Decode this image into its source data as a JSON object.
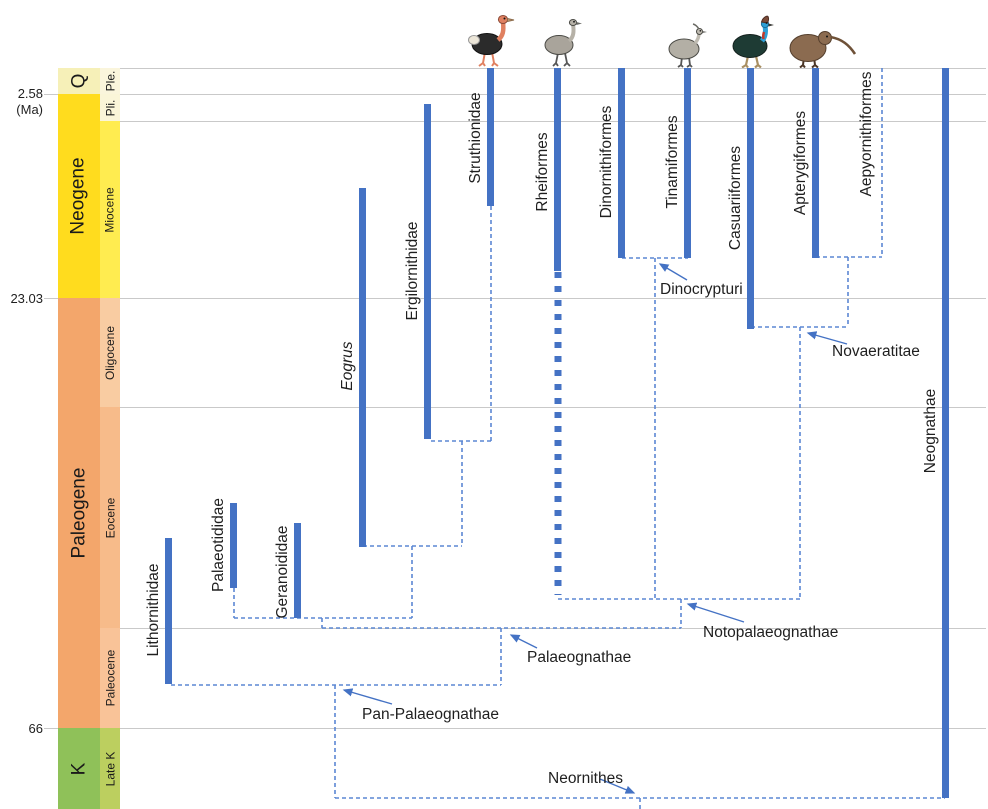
{
  "figure": {
    "description": "Stratigraphic ranges and phylogeny of palaeognath birds on a geological timescale",
    "time_unit_label": "(Ma)",
    "age_tick_labels": [
      "2.58",
      "23.03",
      "66"
    ]
  },
  "timescale": {
    "periods": [
      {
        "label": "Q",
        "color": "#F6F0B8",
        "from_ma": 0,
        "to_ma": 2.58
      },
      {
        "label": "Neogene",
        "color": "#FFDC1E",
        "from_ma": 2.58,
        "to_ma": 23.03
      },
      {
        "label": "Paleogene",
        "color": "#F3A66B",
        "from_ma": 23.03,
        "to_ma": 66
      },
      {
        "label": "K",
        "color": "#8FC159",
        "from_ma": 66,
        "to_ma": null
      }
    ],
    "epochs": [
      {
        "label": "Ple.",
        "color": "#FAF5DC",
        "from_ma": 0,
        "to_ma": 2.58
      },
      {
        "label": "Pli.",
        "color": "#FAF5D8",
        "from_ma": 2.58,
        "to_ma": 5.33
      },
      {
        "label": "Miocene",
        "color": "#FFEC50",
        "from_ma": 5.33,
        "to_ma": 23.03
      },
      {
        "label": "Oligocene",
        "color": "#F9CCA2",
        "from_ma": 23.03,
        "to_ma": 33.9
      },
      {
        "label": "Eocene",
        "color": "#F7BB8A",
        "from_ma": 33.9,
        "to_ma": 56
      },
      {
        "label": "Paleocene",
        "color": "#F9C398",
        "from_ma": 56,
        "to_ma": 66
      },
      {
        "label": "Late K",
        "color": "#BCCF5F",
        "from_ma": 66,
        "to_ma": null
      }
    ],
    "gridline_ages_ma": [
      0,
      2.58,
      5.33,
      23.03,
      33.9,
      56,
      66
    ],
    "labeled_ages_ma": [
      2.58,
      23.03,
      66
    ]
  },
  "taxa": [
    {
      "name": "Lithornithidae",
      "italic": false,
      "icon": null,
      "bar": {
        "style": "solid",
        "from_ma": 47.0,
        "to_ma": 61.6
      }
    },
    {
      "name": "Palaeotididae",
      "italic": false,
      "icon": null,
      "bar": {
        "style": "solid",
        "from_ma": 43.5,
        "to_ma": 52.0
      }
    },
    {
      "name": "Geranoididae",
      "italic": false,
      "icon": null,
      "bar": {
        "style": "solid",
        "from_ma": 45.5,
        "to_ma": 55.0
      }
    },
    {
      "name": "Eogrus",
      "italic": true,
      "icon": null,
      "bar": {
        "style": "solid",
        "from_ma": 12.0,
        "to_ma": 47.9
      }
    },
    {
      "name": "Ergilornithidae",
      "italic": false,
      "icon": null,
      "bar": {
        "style": "solid",
        "from_ma": 3.6,
        "to_ma": 37.1
      }
    },
    {
      "name": "Struthionidae",
      "italic": false,
      "icon": "ostrich",
      "bar": {
        "style": "solid",
        "from_ma": 0,
        "to_ma": 13.8
      },
      "ghost": {
        "style": "dashed",
        "to_ma": 37.3
      }
    },
    {
      "name": "Rheiformes",
      "italic": false,
      "icon": "rhea",
      "bar": {
        "style": "solid",
        "from_ma": 0,
        "to_ma": 20.3
      },
      "ghost": {
        "style": "thick-dashed",
        "to_ma": 52.7
      }
    },
    {
      "name": "Dinornithiformes",
      "italic": false,
      "icon": null,
      "bar": {
        "style": "solid",
        "from_ma": 0,
        "to_ma": 19.0
      }
    },
    {
      "name": "Tinamiformes",
      "italic": false,
      "icon": "tinamou",
      "bar": {
        "style": "solid",
        "from_ma": 0,
        "to_ma": 19.0
      }
    },
    {
      "name": "Casuariiformes",
      "italic": false,
      "icon": "cassowary",
      "bar": {
        "style": "solid",
        "from_ma": 0,
        "to_ma": 26.1
      }
    },
    {
      "name": "Apterygiformes",
      "italic": false,
      "icon": "kiwi",
      "bar": {
        "style": "solid",
        "from_ma": 0,
        "to_ma": 19.0
      }
    },
    {
      "name": "Aepyornithiformes",
      "italic": false,
      "icon": null,
      "bar": {
        "style": "dashed",
        "from_ma": 0,
        "to_ma": 18.9
      }
    },
    {
      "name": "Neognathae",
      "italic": false,
      "icon": null,
      "bar": {
        "style": "solid",
        "from_ma": 0,
        "to_ma": 73.0
      }
    }
  ],
  "clade_labels": [
    "Dinocrypturi",
    "Novaeratitae",
    "Notopalaeognathae",
    "Palaeognathae",
    "Pan-Palaeognathae",
    "Neornithes"
  ],
  "icons": [
    "ostrich-icon",
    "rhea-icon",
    "tinamou-icon",
    "cassowary-icon",
    "kiwi-icon"
  ],
  "colors": {
    "range_bar": "#4472C4",
    "ghost_line": "#5B87D3",
    "gridline": "#C9C9C9"
  }
}
